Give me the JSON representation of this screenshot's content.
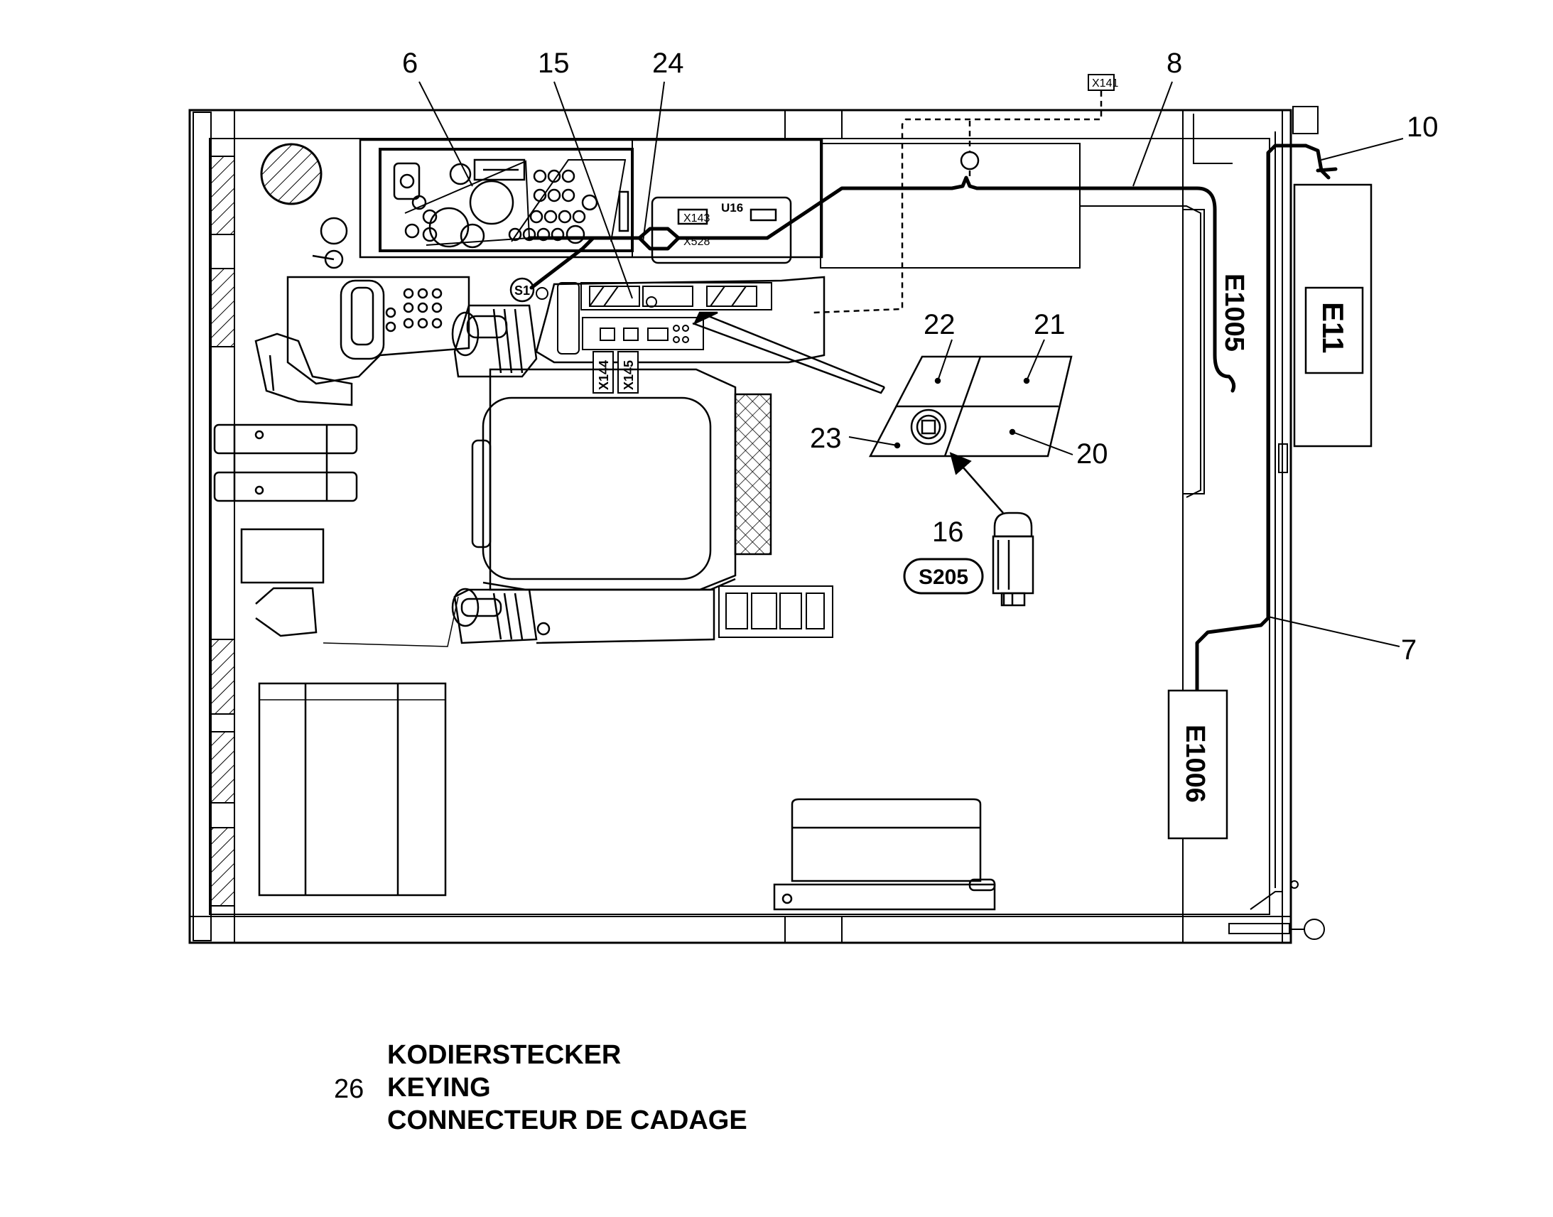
{
  "callouts": {
    "c6": "6",
    "c15": "15",
    "c24": "24",
    "c8": "8",
    "c10": "10",
    "c22": "22",
    "c21": "21",
    "c23": "23",
    "c20": "20",
    "c16": "16",
    "c7": "7"
  },
  "tags": {
    "x141": "X141",
    "x143": "X143",
    "u16": "U16",
    "x528": "X528",
    "s1": "S1",
    "x144": "X144",
    "x145": "X145",
    "e1005": "E1005",
    "e11": "E11",
    "e1006": "E1006",
    "s205": "S205"
  },
  "legend": {
    "number": "26",
    "line_de": "KODIERSTECKER",
    "line_en": "KEYING",
    "line_fr": "CONNECTEUR DE CADAGE"
  },
  "colors": {
    "ink": "#000000",
    "paper": "#ffffff"
  }
}
